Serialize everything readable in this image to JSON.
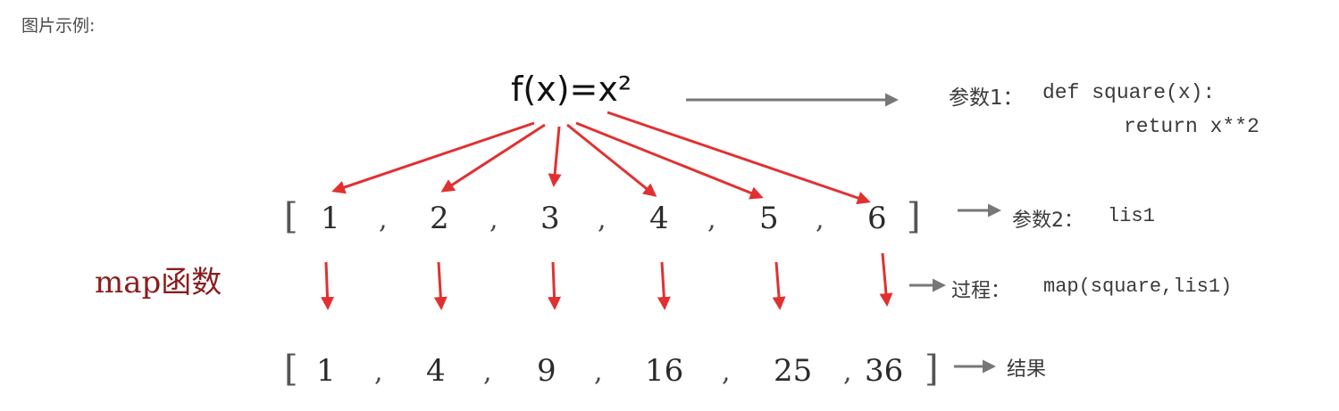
{
  "caption": "图片示例:",
  "formula": "f(x)=x²",
  "param1": {
    "label": "参数1：",
    "code_line1": "def square(x):",
    "code_line2": "return x**2"
  },
  "param2": {
    "label": "参数2：",
    "value": "lis1"
  },
  "map_label": "map函数",
  "process": {
    "label": "过程：",
    "value": "map(square,lis1)"
  },
  "result_label": "结果",
  "input_list": {
    "open": "[",
    "close": "]",
    "items": [
      "1",
      "2",
      "3",
      "4",
      "5",
      "6"
    ],
    "commas": [
      ",",
      ",",
      ",",
      ",",
      ","
    ]
  },
  "output_list": {
    "open": "[",
    "close": "]",
    "items": [
      "1",
      "4",
      "9",
      "16",
      "25",
      "36"
    ],
    "commas": [
      ",",
      ",",
      ",",
      ",",
      ","
    ]
  },
  "colors": {
    "red_arrow": "#e23030",
    "gray_arrow": "#777777",
    "map_label": "#8b1d1d"
  }
}
